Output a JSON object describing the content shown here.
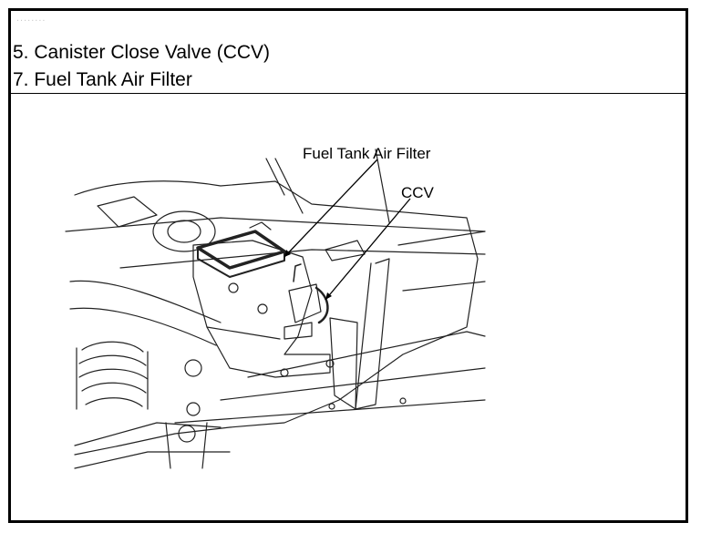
{
  "header": {
    "faint_text": "........",
    "items": [
      "5. Canister Close Valve (CCV)",
      "7. Fuel Tank Air Filter"
    ]
  },
  "figure": {
    "labels": {
      "fuel_tank_air_filter": "Fuel Tank Air Filter",
      "ccv": "CCV"
    }
  }
}
